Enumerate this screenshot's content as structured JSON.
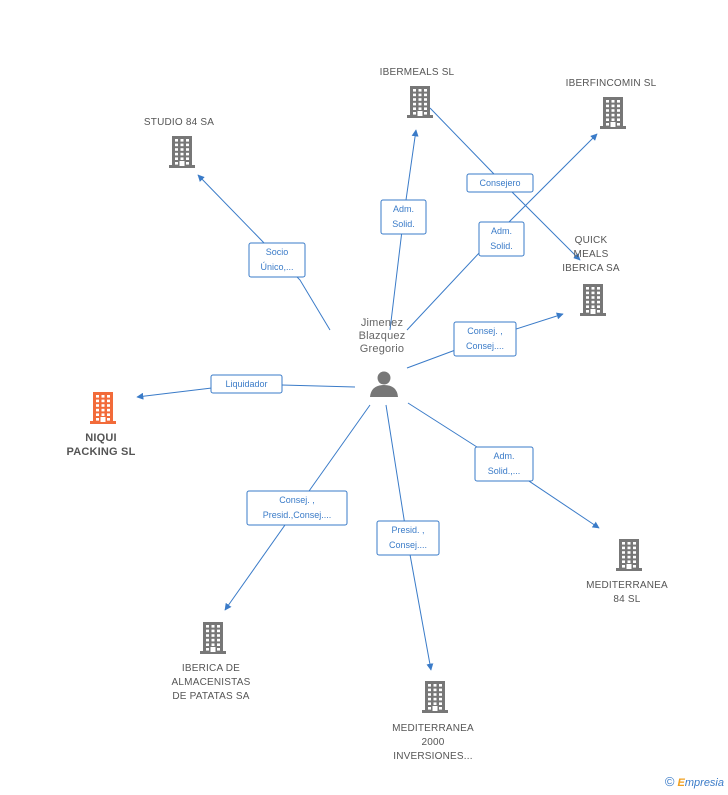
{
  "colors": {
    "edge": "#3a7bc8",
    "building": "#777777",
    "building_focus": "#f26b3a",
    "person": "#777777"
  },
  "center": {
    "label_lines": [
      "Jimenez",
      "Blazquez",
      "Gregorio"
    ],
    "icon": "person-icon"
  },
  "companies": [
    {
      "id": "ibermeals",
      "label_lines": [
        "IBERMEALS SL"
      ],
      "icon": "building-icon"
    },
    {
      "id": "iberfincomin",
      "label_lines": [
        "IBERFINCOMIN SL"
      ],
      "icon": "building-icon"
    },
    {
      "id": "studio84",
      "label_lines": [
        "STUDIO 84 SA"
      ],
      "icon": "building-icon"
    },
    {
      "id": "quickmeals",
      "label_lines": [
        "QUICK",
        "MEALS",
        "IBERICA SA"
      ],
      "icon": "building-icon"
    },
    {
      "id": "niqui",
      "label_lines": [
        "NIQUI",
        "PACKING SL"
      ],
      "icon": "building-icon",
      "focus": true
    },
    {
      "id": "mediterranea84",
      "label_lines": [
        "MEDITERRANEA",
        "84  SL"
      ],
      "icon": "building-icon"
    },
    {
      "id": "ibericaalmac",
      "label_lines": [
        "IBERICA DE",
        "ALMACENISTAS",
        "DE PATATAS SA"
      ],
      "icon": "building-icon"
    },
    {
      "id": "mediterranea2000",
      "label_lines": [
        "MEDITERRANEA",
        "2000",
        "INVERSIONES..."
      ],
      "icon": "building-icon"
    }
  ],
  "edges": [
    {
      "to": "studio84",
      "label_lines": [
        "Socio",
        "Único,..."
      ]
    },
    {
      "to": "ibermeals",
      "label_lines": [
        "Adm.",
        "Solid."
      ]
    },
    {
      "to": "iberfincomin",
      "label_lines": [
        "Adm.",
        "Solid."
      ]
    },
    {
      "from": "ibermeals",
      "to": "quickmeals",
      "label_lines": [
        "Consejero"
      ]
    },
    {
      "to": "quickmeals",
      "label_lines": [
        "Consej. ,",
        "Consej...."
      ]
    },
    {
      "to": "niqui",
      "label_lines": [
        "Liquidador"
      ]
    },
    {
      "to": "mediterranea84",
      "label_lines": [
        "Adm.",
        "Solid.,..."
      ]
    },
    {
      "to": "ibericaalmac",
      "label_lines": [
        "Consej. ,",
        "Presid.,Consej...."
      ]
    },
    {
      "to": "mediterranea2000",
      "label_lines": [
        "Presid. ,",
        "Consej...."
      ]
    }
  ],
  "footer": {
    "copyright": "©",
    "brand_first": "E",
    "brand_rest": "mpresia"
  }
}
